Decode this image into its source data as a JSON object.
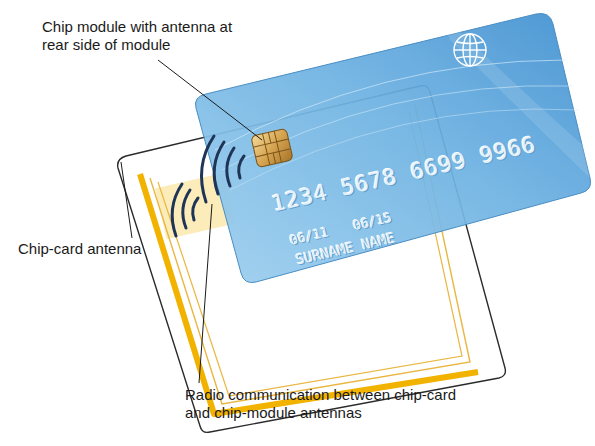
{
  "diagram": {
    "labels": [
      "Chip module with antenna at rear side of module",
      "1234 5678 6699 9966",
      "06/11 06/15",
      "SURNAME NAME",
      "Chip-card antenna",
      "Radio communication between chip-card and chip-module antennas"
    ]
  }
}
